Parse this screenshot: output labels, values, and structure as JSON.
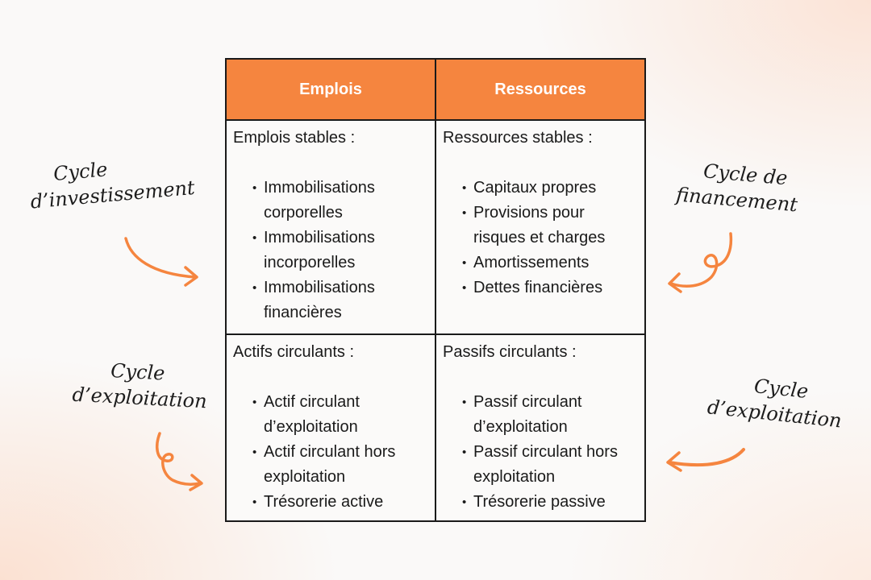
{
  "header": {
    "emplois": "Emplois",
    "ressources": "Ressources"
  },
  "emplois_stables": {
    "title": "Emplois stables :",
    "items": [
      "Immobilisations corporelles",
      "Immobilisations incorporelles",
      "Immobilisations financières"
    ]
  },
  "ressources_stables": {
    "title": "Ressources stables :",
    "items": [
      "Capitaux propres",
      "Provisions pour risques et charges",
      "Amortissements",
      "Dettes financières"
    ]
  },
  "actifs_circulants": {
    "title": "Actifs circulants :",
    "items": [
      "Actif circulant d’exploitation",
      "Actif circulant hors exploitation",
      "Trésorerie active"
    ]
  },
  "passifs_circulants": {
    "title": "Passifs circulants :",
    "items": [
      "Passif circulant d’exploitation",
      "Passif circulant hors exploitation",
      "Trésorerie passive"
    ]
  },
  "annotations": {
    "investissement": {
      "line1": "Cycle",
      "line2": "d’investissement"
    },
    "financement": {
      "line1": "Cycle de",
      "line2": "financement"
    },
    "exploitation_left": {
      "line1": "Cycle",
      "line2": "d’exploitation"
    },
    "exploitation_right": {
      "line1": "Cycle",
      "line2": "d’exploitation"
    }
  },
  "colors": {
    "accent": "#f5853f",
    "border": "#1a1a1a",
    "text": "#1a1a1a"
  }
}
